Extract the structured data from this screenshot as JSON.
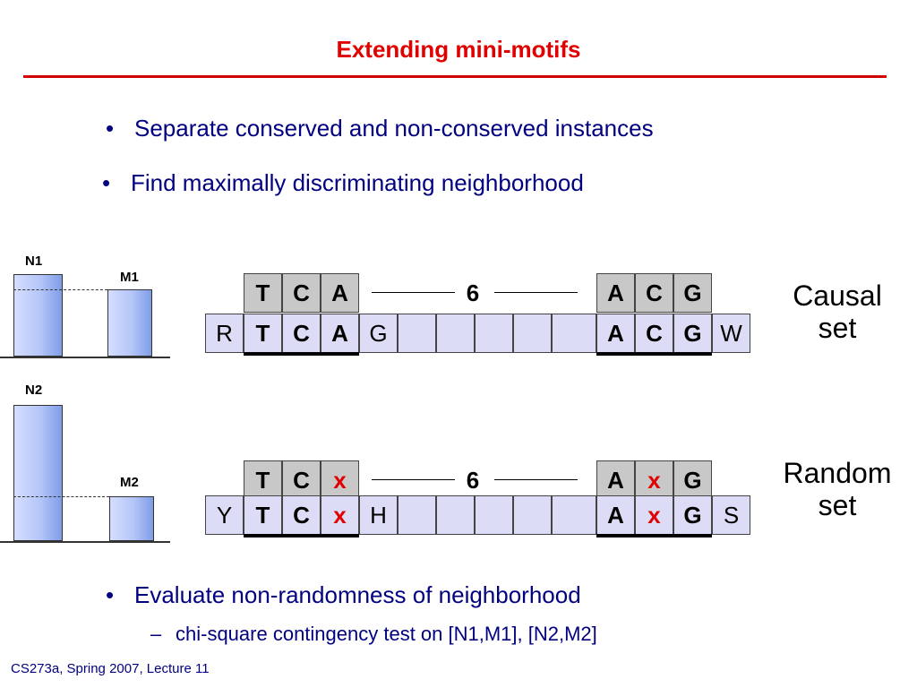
{
  "slide": {
    "title": "Extending mini-motifs",
    "bullets": [
      "Separate conserved and non-conserved instances",
      "Find maximally discriminating neighborhood",
      "Evaluate non-randomness of neighborhood"
    ],
    "bullet_marker": "•",
    "sub_bullets": [
      "chi-square contingency test on [N1,M1], [N2,M2]"
    ],
    "sub_marker": "–",
    "footer": "CS273a, Spring 2007, Lecture 11"
  },
  "bars": {
    "top": {
      "labels": [
        "N1",
        "M1"
      ]
    },
    "bottom": {
      "labels": [
        "N2",
        "M2"
      ]
    }
  },
  "causal": {
    "motif_left": [
      "T",
      "C",
      "A"
    ],
    "gap": "6",
    "motif_right": [
      "A",
      "C",
      "G"
    ],
    "row": [
      "R",
      "T",
      "C",
      "A",
      "G",
      "",
      "",
      "",
      "",
      "",
      "A",
      "C",
      "G",
      "W"
    ],
    "label_line1": "Causal",
    "label_line2": "set"
  },
  "random": {
    "motif_left": [
      "T",
      "C",
      "x"
    ],
    "gap": "6",
    "motif_right": [
      "A",
      "x",
      "G"
    ],
    "row": [
      "Y",
      "T",
      "C",
      "x",
      "H",
      "",
      "",
      "",
      "",
      "",
      "A",
      "x",
      "G",
      "S"
    ],
    "label_line1": "Random",
    "label_line2": "set"
  },
  "colors": {
    "title": "#e00000",
    "body_text": "#000080",
    "motif_cell": "#c8c8c8",
    "row_cell": "#dcdcf6",
    "wildcard": "#e00000",
    "bar_fill": "#b4c5f8"
  }
}
